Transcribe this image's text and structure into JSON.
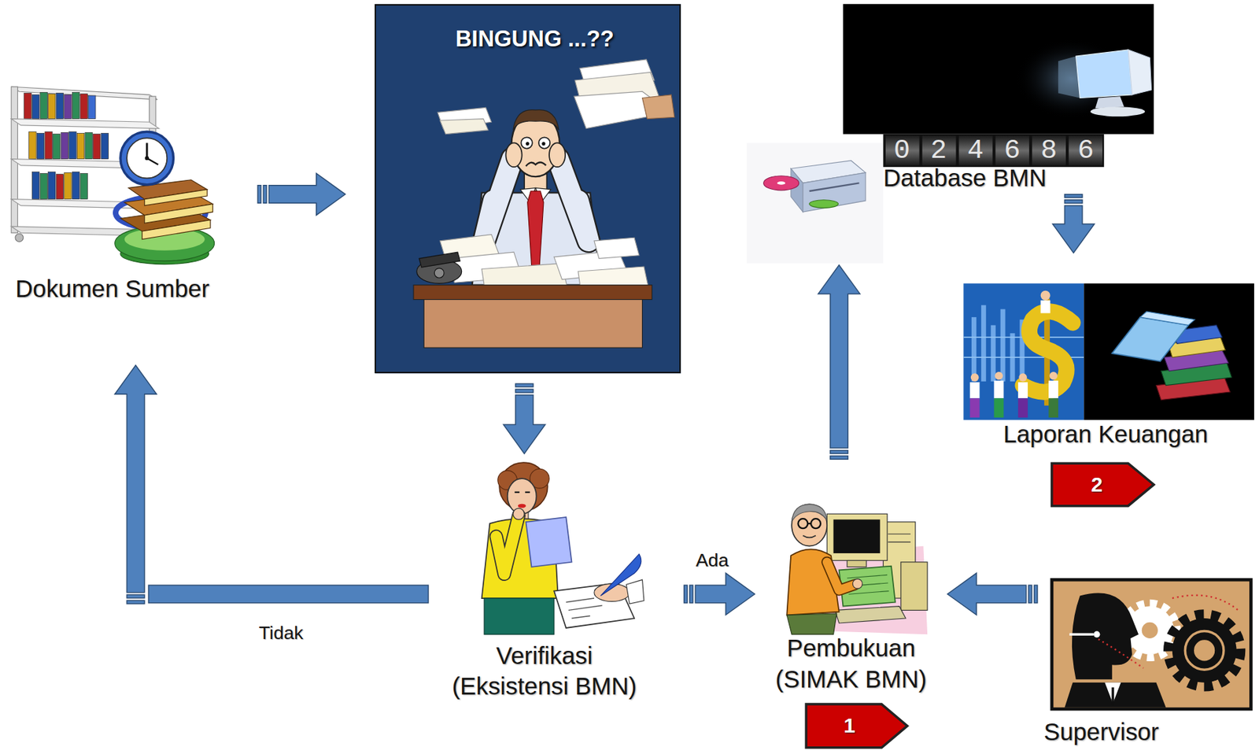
{
  "diagram": {
    "nodes": [
      {
        "text": [
          "Dokumen Sumber"
        ]
      },
      {
        "text": [
          "BINGUNG ...??"
        ]
      },
      {
        "text": [
          "Database BMN"
        ]
      },
      {
        "text": [
          "Laporan Keuangan"
        ]
      },
      {
        "text": [
          "2"
        ]
      },
      {
        "text": [
          "Verifikasi (Eksistensi BMN)"
        ]
      },
      {
        "text": [
          "Pembukuan (SIMAK BMN)"
        ]
      },
      {
        "text": [
          "1"
        ]
      },
      {
        "text": [
          "Supervisor"
        ]
      }
    ],
    "edges": [
      {
        "from": 0,
        "to": 1,
        "arrow": "to"
      },
      {
        "from": 1,
        "to": 5,
        "arrow": "to"
      },
      {
        "from": 5,
        "to": 6,
        "label": "Ada",
        "arrow": "to"
      },
      {
        "from": 5,
        "to": 0,
        "label": "Tidak",
        "arrow": "to"
      },
      {
        "from": 8,
        "to": 6,
        "arrow": "to"
      },
      {
        "from": 6,
        "to": 2,
        "arrow": "to"
      },
      {
        "from": 2,
        "to": 3,
        "arrow": "to"
      }
    ],
    "labels": [
      "024686"
    ]
  }
}
